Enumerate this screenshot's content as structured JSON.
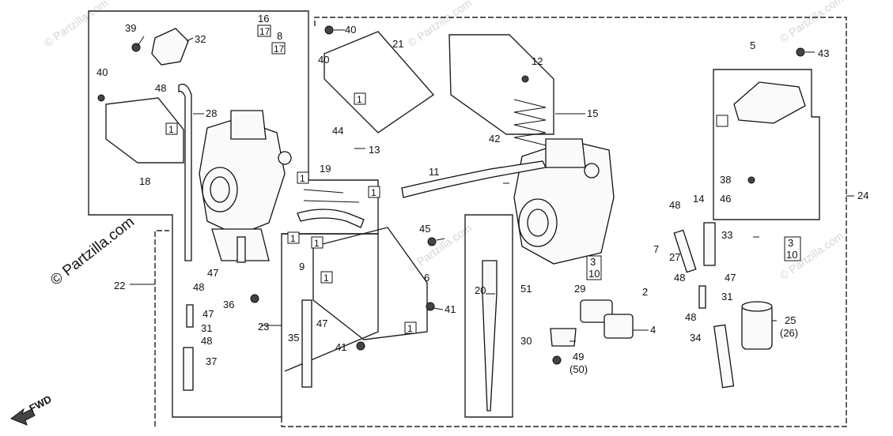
{
  "watermark": {
    "main": "© Partzilla.com",
    "faint": "© Partzilla.com"
  },
  "direction_label": "FWD",
  "callouts": {
    "c39": "39",
    "c32": "32",
    "c16": "16",
    "c17a": "17",
    "c8": "8",
    "c17b": "17",
    "c40a": "40",
    "c40b": "40",
    "c40c": "40",
    "c21": "21",
    "c12": "12",
    "c15": "15",
    "c5": "5",
    "c43": "43",
    "c48a": "48",
    "c28": "28",
    "c44": "44",
    "c13": "13",
    "c42": "42",
    "c11": "11",
    "c18": "18",
    "c19": "19",
    "c1a": "1",
    "c1b": "1",
    "c1c": "1",
    "c1d": "1",
    "c1e": "1",
    "c1f": "1",
    "c1g": "1",
    "c1h": "1",
    "c1i": "1",
    "c38": "38",
    "c14": "14",
    "c46": "46",
    "c48b": "48",
    "c24": "24",
    "c33": "33",
    "c3a": "3",
    "c10a": "10",
    "c45": "45",
    "c9": "9",
    "c6": "6",
    "c7": "7",
    "c27": "27",
    "c22": "22",
    "c47a": "47",
    "c48c": "48",
    "c36": "36",
    "c47b": "47",
    "c31a": "31",
    "c48d": "48",
    "c23": "23",
    "c20": "20",
    "c51": "51",
    "c29": "29",
    "c3b": "3",
    "c10b": "10",
    "c2": "2",
    "c48e": "48",
    "c47c": "47",
    "c31b": "31",
    "c41a": "41",
    "c35": "35",
    "c47d": "47",
    "c41b": "41",
    "c30": "30",
    "c49": "49",
    "c50": "(50)",
    "c4": "4",
    "c48f": "48",
    "c34": "34",
    "c25": "25",
    "c26": "(26)",
    "c37": "37"
  }
}
